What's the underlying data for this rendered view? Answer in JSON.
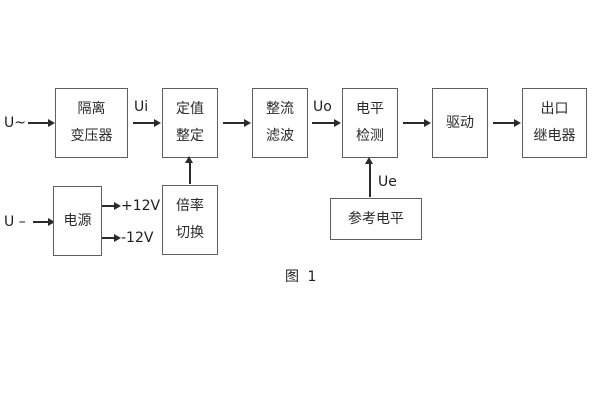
{
  "diagram": {
    "caption": "图 1",
    "inputs": {
      "ac": "U~",
      "dc": "U –"
    },
    "signals": {
      "ui": "Ui",
      "uo": "Uo",
      "ue": "Ue",
      "rail_pos": "+12V",
      "rail_neg": "-12V"
    },
    "blocks": {
      "transformer": {
        "line1": "隔离",
        "line2": "变压器"
      },
      "setting": {
        "line1": "定值",
        "line2": "整定"
      },
      "rectifier": {
        "line1": "整流",
        "line2": "滤波"
      },
      "level": {
        "line1": "电平",
        "line2": "检测"
      },
      "drive": {
        "label": "驱动"
      },
      "relay": {
        "line1": "出口",
        "line2": "继电器"
      },
      "power": {
        "label": "电源"
      },
      "ratio": {
        "line1": "倍率",
        "line2": "切换"
      },
      "reference": {
        "label": "参考电平"
      }
    },
    "colors": {
      "line": "#2b2b2b",
      "border": "#5f5f5f",
      "text": "#1e1e1e",
      "background": "#ffffff"
    }
  }
}
